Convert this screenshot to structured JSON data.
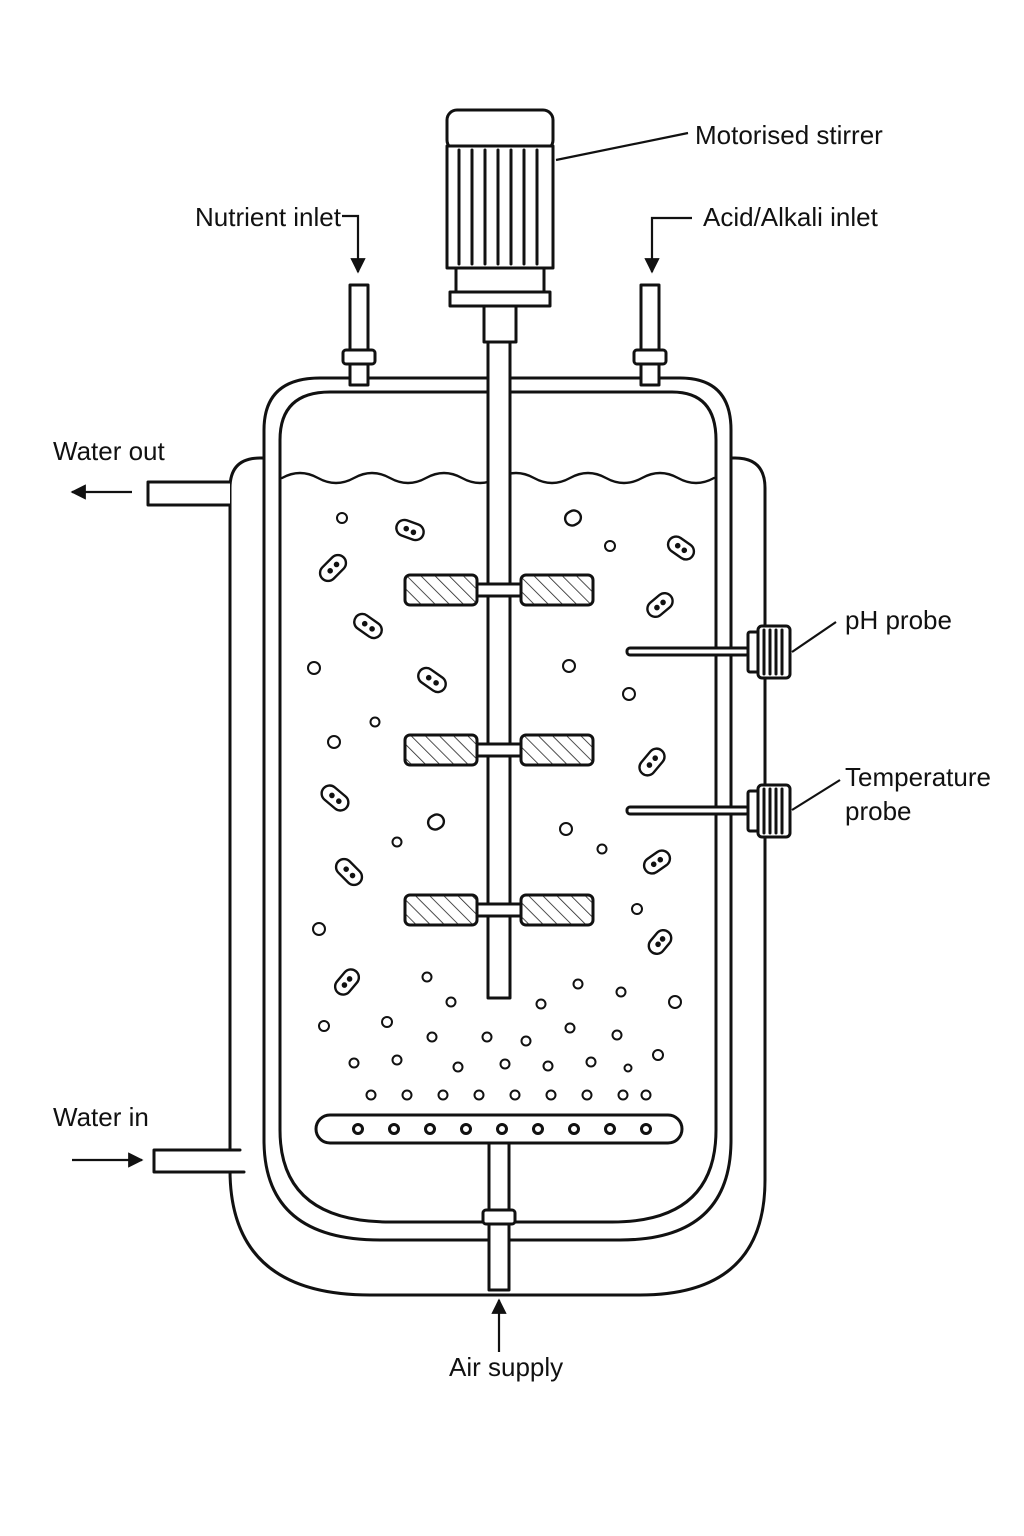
{
  "labels": {
    "motor": "Motorised stirrer",
    "nutrient": "Nutrient inlet",
    "acid": "Acid/Alkali inlet",
    "water_out": "Water out",
    "ph": "pH probe",
    "temp_line1": "Temperature",
    "temp_line2": "probe",
    "water_in": "Water in",
    "air": "Air supply"
  }
}
